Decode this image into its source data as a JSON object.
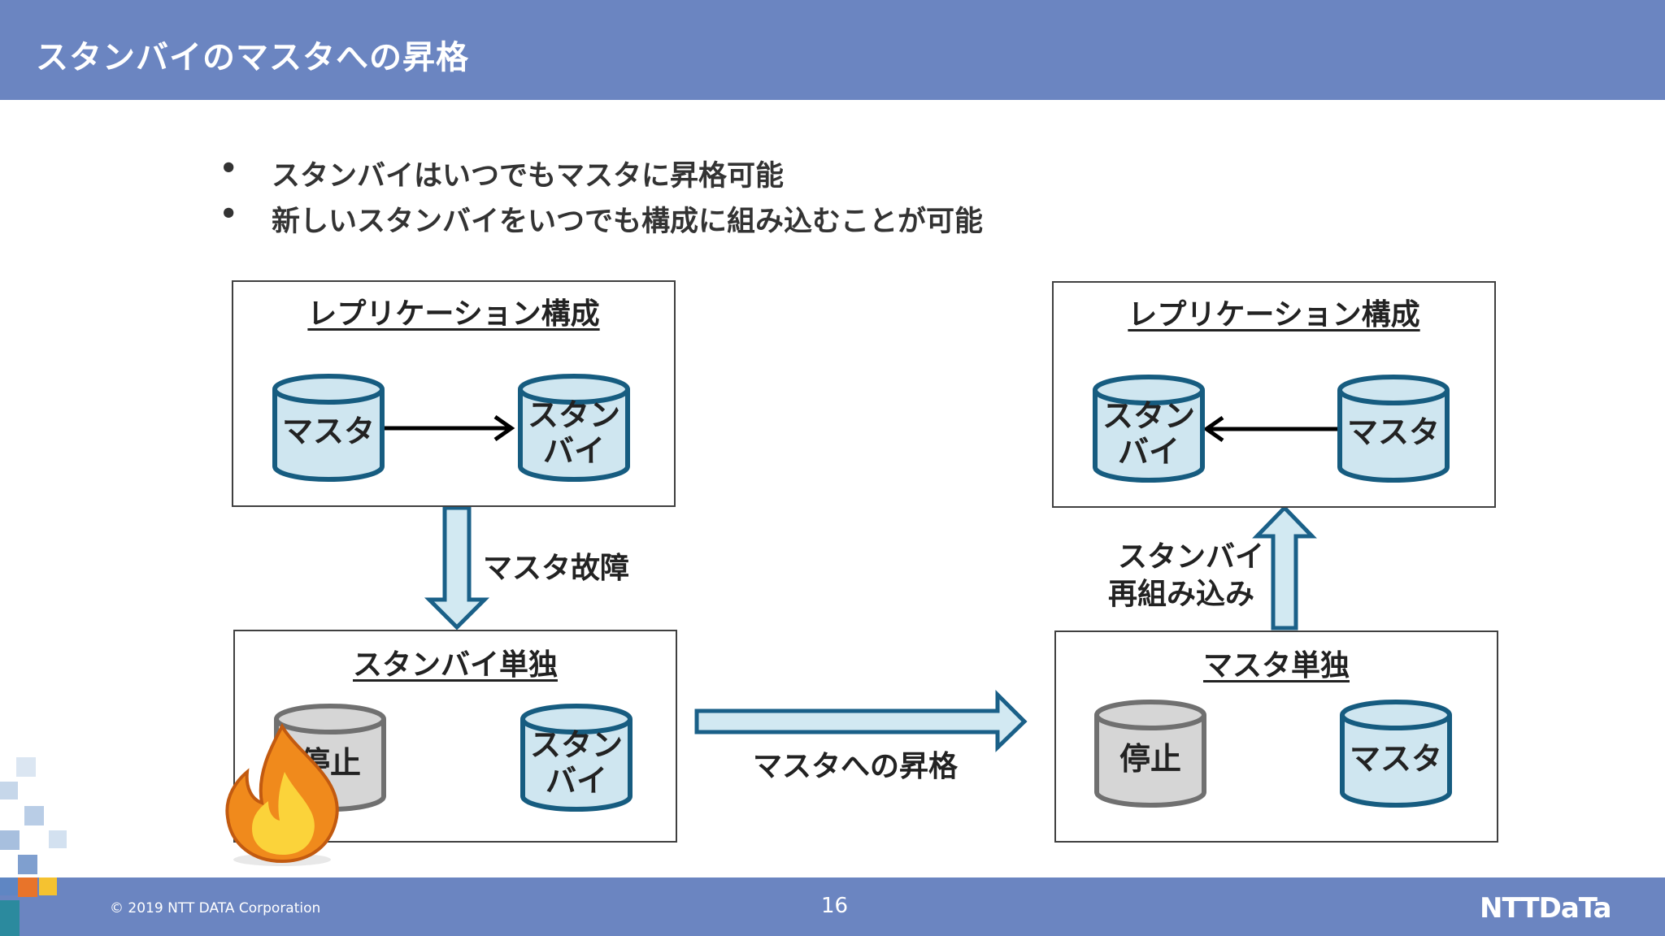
{
  "header": {
    "title": "スタンバイのマスタへの昇格"
  },
  "bullets": [
    {
      "marker": "•",
      "text": "スタンバイはいつでもマスタに昇格可能"
    },
    {
      "marker": "•",
      "text": "新しいスタンバイをいつでも構成に組み込むことが可能"
    }
  ],
  "diagram": {
    "box_top_left": {
      "title": "レプリケーション構成",
      "primary": "マスタ",
      "standby_line1": "スタン",
      "standby_line2": "バイ"
    },
    "box_bottom_left": {
      "title": "スタンバイ単独",
      "stopped_partial": "停止",
      "standby_line1": "スタン",
      "standby_line2": "バイ"
    },
    "box_top_right": {
      "title": "レプリケーション構成",
      "standby_line1": "スタン",
      "standby_line2": "バイ",
      "primary": "マスタ"
    },
    "box_bottom_right": {
      "title": "マスタ単独",
      "stopped": "停止",
      "primary": "マスタ"
    },
    "arrow_down_label": "マスタ故障",
    "arrow_right_label": "マスタへの昇格",
    "arrow_up_label_line1": "スタンバイ",
    "arrow_up_label_line2": "再組み込み"
  },
  "footer": {
    "copyright": "© 2019 NTT DATA Corporation",
    "page": "16",
    "logo": "NTTDaTa"
  },
  "colors": {
    "header": "#6b85c1",
    "cylinder_fill": "#cfe6f0",
    "cylinder_stroke": "#165c80",
    "stopped_fill": "#d6d6d6",
    "stopped_stroke": "#707070"
  }
}
